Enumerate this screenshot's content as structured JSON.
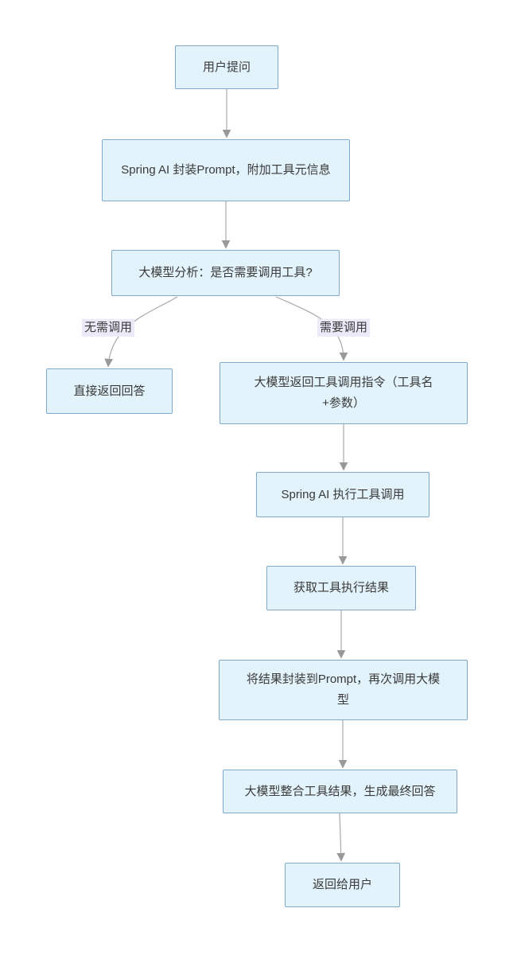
{
  "diagram": {
    "title": "Spring AI tool-calling flowchart",
    "colors": {
      "node_fill": "#e2f3fb",
      "node_border": "#7fa8c9",
      "edge_line": "#a9a9a9",
      "arrowhead": "#999999",
      "edge_label_bg": "#eceaf9",
      "text": "#3a3a3a",
      "background": "#ffffff"
    },
    "nodes": [
      {
        "id": "user-question",
        "label": "用户提问"
      },
      {
        "id": "wrap-prompt",
        "label": "Spring AI 封装Prompt，附加工具元信息"
      },
      {
        "id": "model-analyze",
        "label": "大模型分析：是否需要调用工具?"
      },
      {
        "id": "direct-answer",
        "label": "直接返回回答"
      },
      {
        "id": "tool-command",
        "label": "大模型返回工具调用指令（工具名+参数）"
      },
      {
        "id": "execute-tool",
        "label": "Spring AI 执行工具调用"
      },
      {
        "id": "tool-result",
        "label": "获取工具执行结果"
      },
      {
        "id": "rewrap-prompt",
        "label": "将结果封装到Prompt，再次调用大模型"
      },
      {
        "id": "final-answer",
        "label": "大模型整合工具结果，生成最终回答"
      },
      {
        "id": "return-to-user",
        "label": "返回给用户"
      }
    ],
    "edge_labels": [
      {
        "id": "no-call",
        "label": "无需调用"
      },
      {
        "id": "need-call",
        "label": "需要调用"
      }
    ]
  }
}
